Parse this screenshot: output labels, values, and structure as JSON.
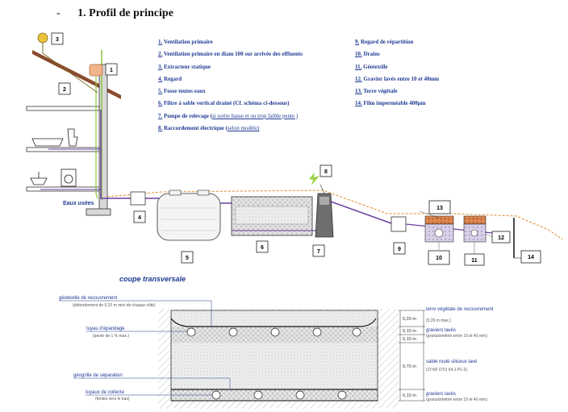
{
  "heading": {
    "dash": "-",
    "text": "1.  Profil de principe"
  },
  "legend_left": [
    {
      "num": "1.",
      "text": "Ventilation primaire",
      "paren": ""
    },
    {
      "num": "2.",
      "text": "Ventilation primaire en diam 100 sur arrivée des effluents",
      "paren": ""
    },
    {
      "num": "3.",
      "text": "Extracteur statique",
      "paren": ""
    },
    {
      "num": "4.",
      "text": "Regard",
      "paren": ""
    },
    {
      "num": "5.",
      "text": "Fosse toutes eaux",
      "paren": ""
    },
    {
      "num": "6.",
      "text": "Filtre à sable vertical drainé (Cf. schéma ci-dessous)",
      "paren": ""
    },
    {
      "num": "7.",
      "text": "Pompe de relevage (",
      "paren": "si sortie basse et ou trop faible pente )"
    },
    {
      "num": "8.",
      "text": "Raccordement électrique (",
      "paren": "selon modèle)"
    }
  ],
  "legend_right": [
    {
      "num": "9.",
      "text": "Regard de répartition"
    },
    {
      "num": "10.",
      "text": "Drains"
    },
    {
      "num": "11.",
      "text": "Géotextile"
    },
    {
      "num": "12.",
      "text": "Gravier lavés entre 10 et 40mm"
    },
    {
      "num": "13.",
      "text": "Terre végétale"
    },
    {
      "num": "14.",
      "text": "Film imperméable 400µm"
    }
  ],
  "diagram": {
    "eaux_usees": "Eaux usées",
    "numbers": [
      "1",
      "2",
      "3",
      "4",
      "5",
      "6",
      "7",
      "8",
      "9",
      "10",
      "11",
      "12",
      "13",
      "14"
    ]
  },
  "coupe": {
    "title": "coupe transversale",
    "left_labels": {
      "geotextile": "géotextile de recouvrement",
      "geotextile_sub": "(débordement de 0,10 m mini de chaque côté)",
      "tuyau_epandage": "tuyau d'épandage",
      "tuyau_epandage_sub": "(pente de 1 % max.)",
      "geogrille": "géogrille de séparation",
      "tuyaux_collecte": "tuyaux de collecte",
      "tuyaux_collecte_sub": "(fentes vers le bas)"
    },
    "dims": [
      "0,20 m",
      "0,10 m",
      "0,10 m",
      "0,70 m",
      "0,10 m"
    ],
    "right_labels": {
      "terre": "terre végétale de recouvrement",
      "terre_sub": "(0,20 m max.)",
      "graviers1": "graviers lavés",
      "graviers1_sub": "(granulométrie entre 10 et 40 mm)",
      "sable": "sable roulé siliceux lavé",
      "sable_sub": "(Cf NF DTU 64.1 P1-2)",
      "graviers2": "graviers lavés",
      "graviers2_sub": "(granulométrie entre 10 et 40 mm)"
    }
  },
  "colors": {
    "legend": "#1f3a93",
    "pipe": "#6a3fa0",
    "ground": "#e0892a",
    "vent": "#8cc63f",
    "gravel": "#d7b5a4",
    "topsoil": "#c45a2a"
  }
}
